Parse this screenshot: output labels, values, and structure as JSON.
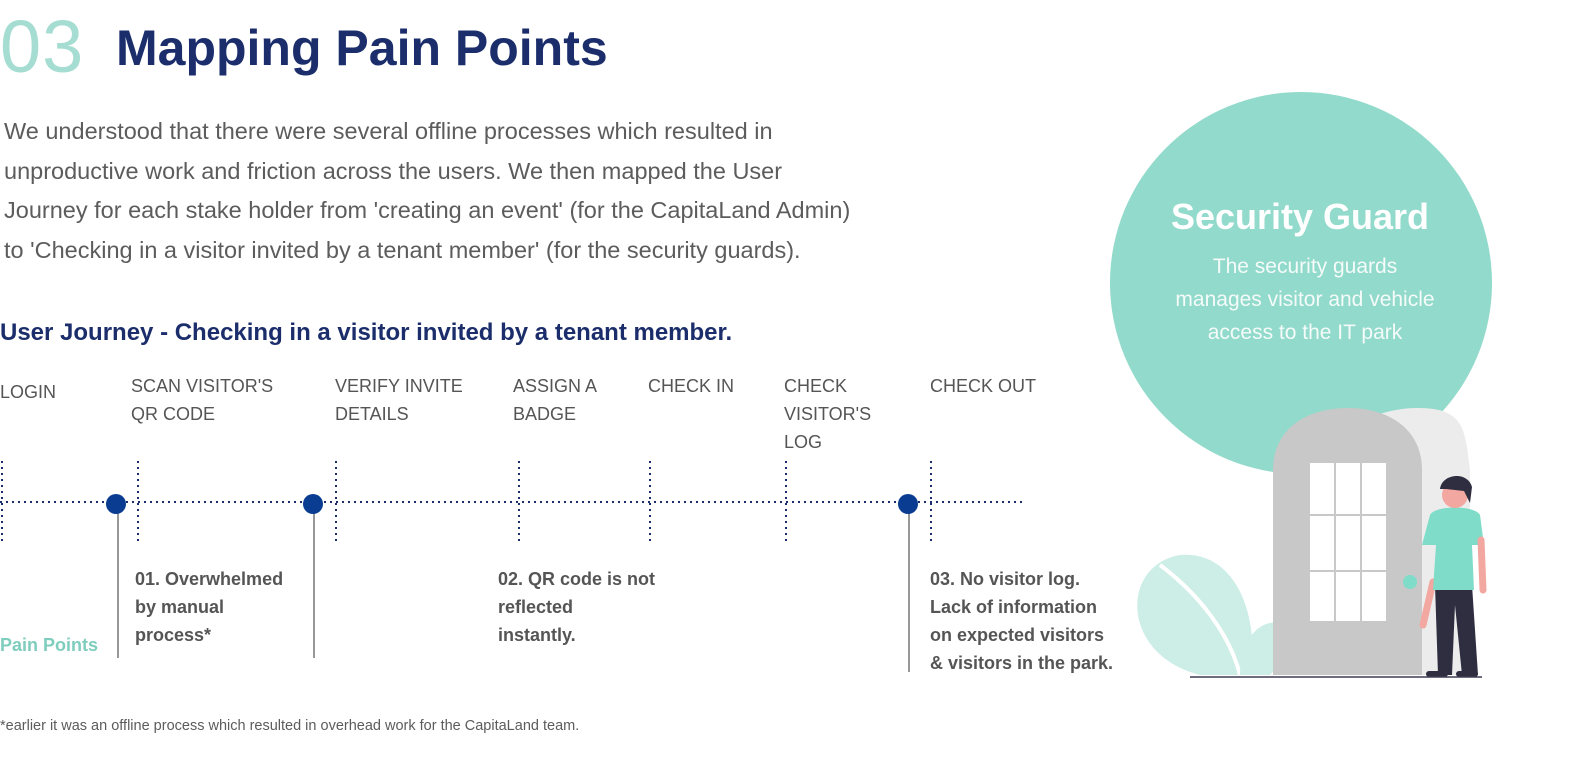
{
  "header": {
    "section_number": "03",
    "title": "Mapping Pain Points"
  },
  "intro": {
    "lines": [
      "We understood that there were several offline processes which resulted in",
      "unproductive work and friction across the users. We then mapped the User",
      "Journey for each stake holder from 'creating an event' (for the CapitaLand Admin)",
      "to 'Checking in a visitor invited by a tenant member' (for the security guards)."
    ]
  },
  "journey": {
    "title": "User Journey - Checking in a visitor invited by a tenant member.",
    "steps": [
      {
        "lines": [
          "LOGIN"
        ]
      },
      {
        "lines": [
          "SCAN VISITOR'S",
          "QR CODE"
        ]
      },
      {
        "lines": [
          "VERIFY INVITE",
          "DETAILS"
        ]
      },
      {
        "lines": [
          "ASSIGN A",
          "BADGE"
        ]
      },
      {
        "lines": [
          "CHECK IN"
        ]
      },
      {
        "lines": [
          "CHECK",
          "VISITOR'S",
          "LOG"
        ]
      },
      {
        "lines": [
          "CHECK OUT"
        ]
      }
    ],
    "pain_points_label": "Pain Points",
    "pain_points": [
      {
        "lines": [
          "01. Overwhelmed",
          "by manual",
          "process*"
        ]
      },
      {
        "lines": [
          "02. QR code is not",
          "reflected",
          "instantly."
        ]
      },
      {
        "lines": [
          "03. No visitor log.",
          "Lack of information",
          "on expected visitors",
          "& visitors in the park."
        ]
      }
    ]
  },
  "persona": {
    "title": "Security Guard",
    "description_lines": [
      "The security guards",
      "manages visitor and vehicle",
      "access to the IT park"
    ]
  },
  "footnote": "*earlier it was an offline process which resulted in overhead work for the CapitaLand team.",
  "colors": {
    "navy": "#1b2e6b",
    "teal": "#92dacb",
    "marker_blue": "#0a3d91",
    "text_gray": "#5c5c5c"
  }
}
